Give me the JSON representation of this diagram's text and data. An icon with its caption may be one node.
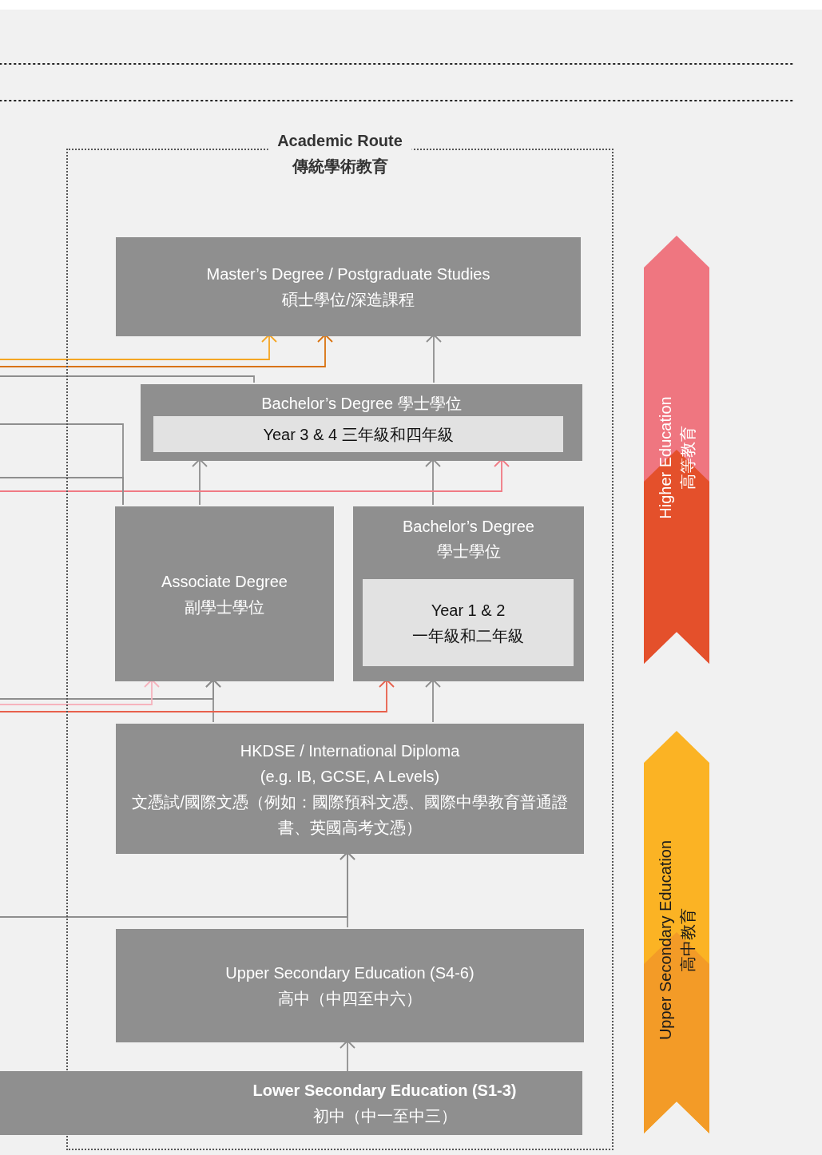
{
  "diagram": {
    "nodes": [
      {
        "text": [
          "Academic Route",
          "傳統學術教育"
        ]
      },
      {
        "text": [
          "Master’s Degree / Postgraduate Studies",
          "碩士學位/深造課程"
        ],
        "in": 0
      },
      {
        "text": [
          "Bachelor’s Degree 學士學位"
        ],
        "in": 0
      },
      {
        "text": [
          "Year 3 & 4 三年級和四年級"
        ],
        "in": 2
      },
      {
        "text": [
          "Associate Degree",
          "副學士學位"
        ],
        "in": 0
      },
      {
        "text": [
          "Bachelor’s Degree",
          "學士學位"
        ],
        "in": 0
      },
      {
        "text": [
          "Year 1 & 2",
          "一年級和二年級"
        ],
        "in": 5
      },
      {
        "text": [
          "HKDSE / International Diploma",
          "(e.g. IB, GCSE, A Levels)",
          "文憑試/國際文憑（例如：國際預科文憑、國際中學教育普通證書、英國高考文憑）"
        ],
        "in": 0
      },
      {
        "text": [
          "Upper Secondary Education (S4-6)",
          "高中（中四至中六）"
        ],
        "in": 0
      },
      {
        "text": [
          "**Lower Secondary Education (S1-3)**",
          "初中（中一至中三）"
        ]
      },
      {
        "text": [
          "Higher Education",
          "高等教育"
        ]
      },
      {
        "text": [
          "Upper Secondary Education",
          "高中教育"
        ]
      }
    ],
    "edges": [
      {
        "from": 2,
        "to": 1,
        "arrow": "to"
      },
      {
        "from": 4,
        "to": 2,
        "arrow": "to"
      },
      {
        "from": 5,
        "to": 2,
        "arrow": "to"
      },
      {
        "from": null,
        "to": 2,
        "arrow": "to",
        "color": "#f07a84"
      },
      {
        "from": null,
        "to": 1,
        "arrow": "to",
        "color": "#f5a623"
      },
      {
        "from": null,
        "to": 1,
        "arrow": "to",
        "color": "#d9730f"
      },
      {
        "from": 2,
        "to": null,
        "arrow": "none"
      },
      {
        "from": 4,
        "to": null,
        "arrow": "none"
      },
      {
        "from": null,
        "to": 4,
        "arrow": "none"
      },
      {
        "from": 7,
        "to": 4,
        "arrow": "to"
      },
      {
        "from": null,
        "to": 4,
        "arrow": "to"
      },
      {
        "from": null,
        "to": 4,
        "arrow": "to",
        "color": "#f6b3bd"
      },
      {
        "from": null,
        "to": 5,
        "arrow": "to",
        "color": "#e8604c"
      },
      {
        "from": 7,
        "to": 5,
        "arrow": "to"
      },
      {
        "from": 8,
        "to": 7,
        "arrow": "to"
      },
      {
        "from": null,
        "to": 7,
        "arrow": "to"
      },
      {
        "from": 9,
        "to": 8,
        "arrow": "to"
      }
    ]
  }
}
